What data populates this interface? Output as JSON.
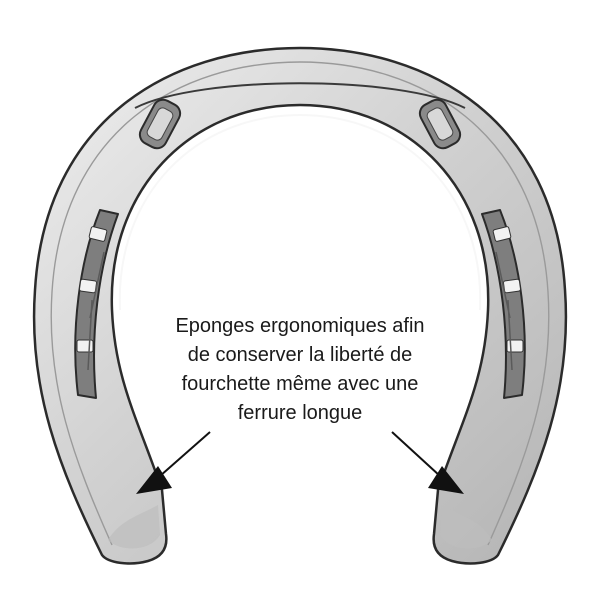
{
  "caption": "Eponges ergonomiques afin\nde conserver la liberté de\nfourchette même avec une\nferrure longue",
  "colors": {
    "metal_light": "#e6e6e6",
    "metal_mid": "#c9c9c9",
    "metal_dark": "#9d9d9d",
    "outline": "#2b2b2b",
    "nail_slot": "#7a7a7a",
    "arrow": "#111111",
    "text": "#1a1a1a"
  },
  "icons": {
    "main_shape": "horseshoe",
    "pointer_left": "arrow-pointer",
    "pointer_right": "arrow-pointer"
  }
}
